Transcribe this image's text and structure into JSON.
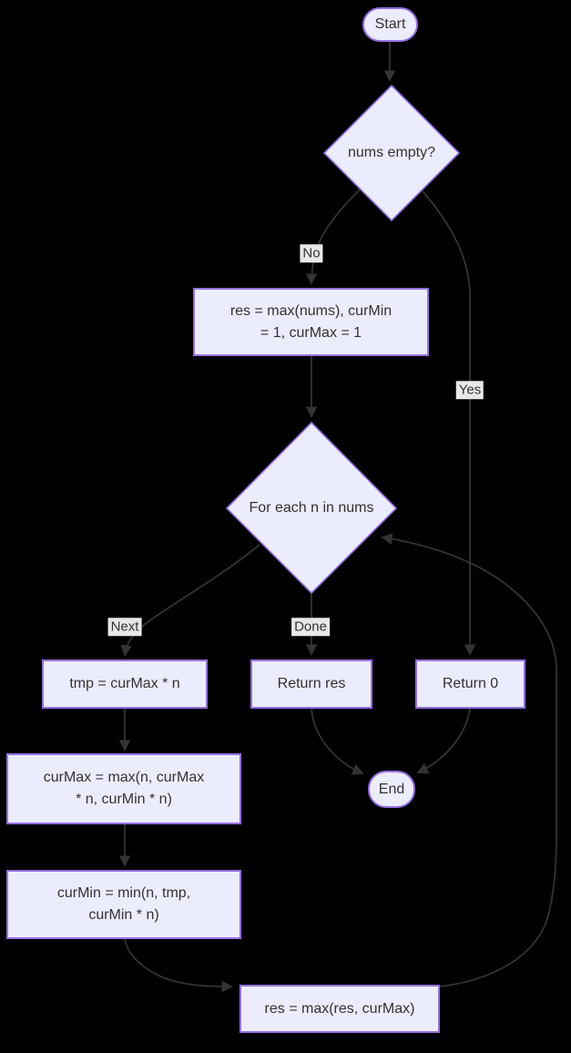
{
  "colors": {
    "background": "#000000",
    "node_fill": "#ECECFF",
    "node_border": "#9370DB",
    "text": "#333333",
    "edge": "#333333",
    "edge_label_bg": "#e8e8e8"
  },
  "nodes": {
    "start": {
      "label": "Start"
    },
    "check_empty": {
      "label": "nums empty?"
    },
    "init": {
      "label": "res = max(nums), curMin = 1, curMax = 1"
    },
    "loop": {
      "label": "For each n in nums"
    },
    "tmp": {
      "label": "tmp = curMax * n"
    },
    "return_res": {
      "label": "Return res"
    },
    "return_0": {
      "label": "Return 0"
    },
    "end": {
      "label": "End"
    },
    "curmax": {
      "label": "curMax = max(n, curMax * n, curMin * n)"
    },
    "curmin": {
      "label": "curMin = min(n, tmp, curMin * n)"
    },
    "res_update": {
      "label": "res = max(res, curMax)"
    }
  },
  "edge_labels": {
    "no": "No",
    "yes": "Yes",
    "next": "Next",
    "done": "Done"
  }
}
